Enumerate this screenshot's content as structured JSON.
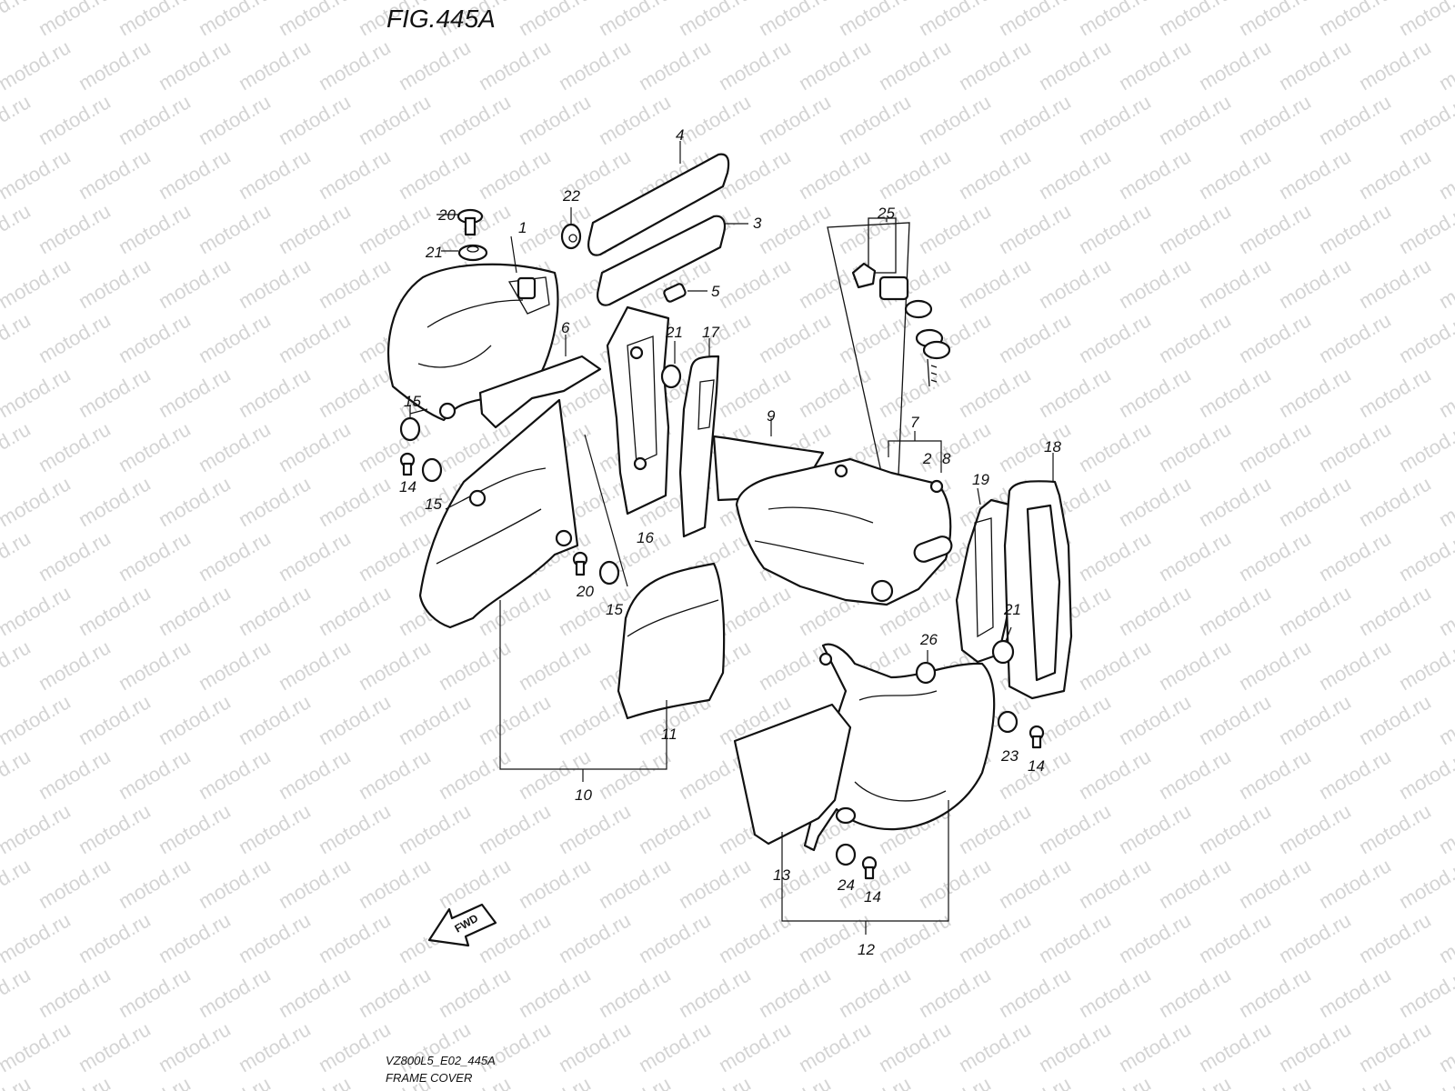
{
  "figure": {
    "title": "FIG.445A",
    "code": "VZ800L5_E02_445A",
    "caption": "FRAME COVER",
    "watermark": "motod.ru",
    "direction_label": "FWD"
  },
  "callouts": {
    "c1": "1",
    "c2": "2",
    "c3": "3",
    "c4": "4",
    "c5": "5",
    "c6": "6",
    "c7": "7",
    "c8": "8",
    "c9": "9",
    "c10": "10",
    "c11": "11",
    "c12": "12",
    "c13": "13",
    "c14a": "14",
    "c14b": "14",
    "c14c": "14",
    "c15a": "15",
    "c15b": "15",
    "c15c": "15",
    "c16": "16",
    "c17": "17",
    "c18": "18",
    "c19": "19",
    "c20a": "20",
    "c20b": "20",
    "c21a": "21",
    "c21b": "21",
    "c21c": "21",
    "c22": "22",
    "c23": "23",
    "c24": "24",
    "c25": "25",
    "c26": "26"
  },
  "colors": {
    "line": "#111111",
    "watermark": "#d4d4d4",
    "background": "#ffffff"
  }
}
